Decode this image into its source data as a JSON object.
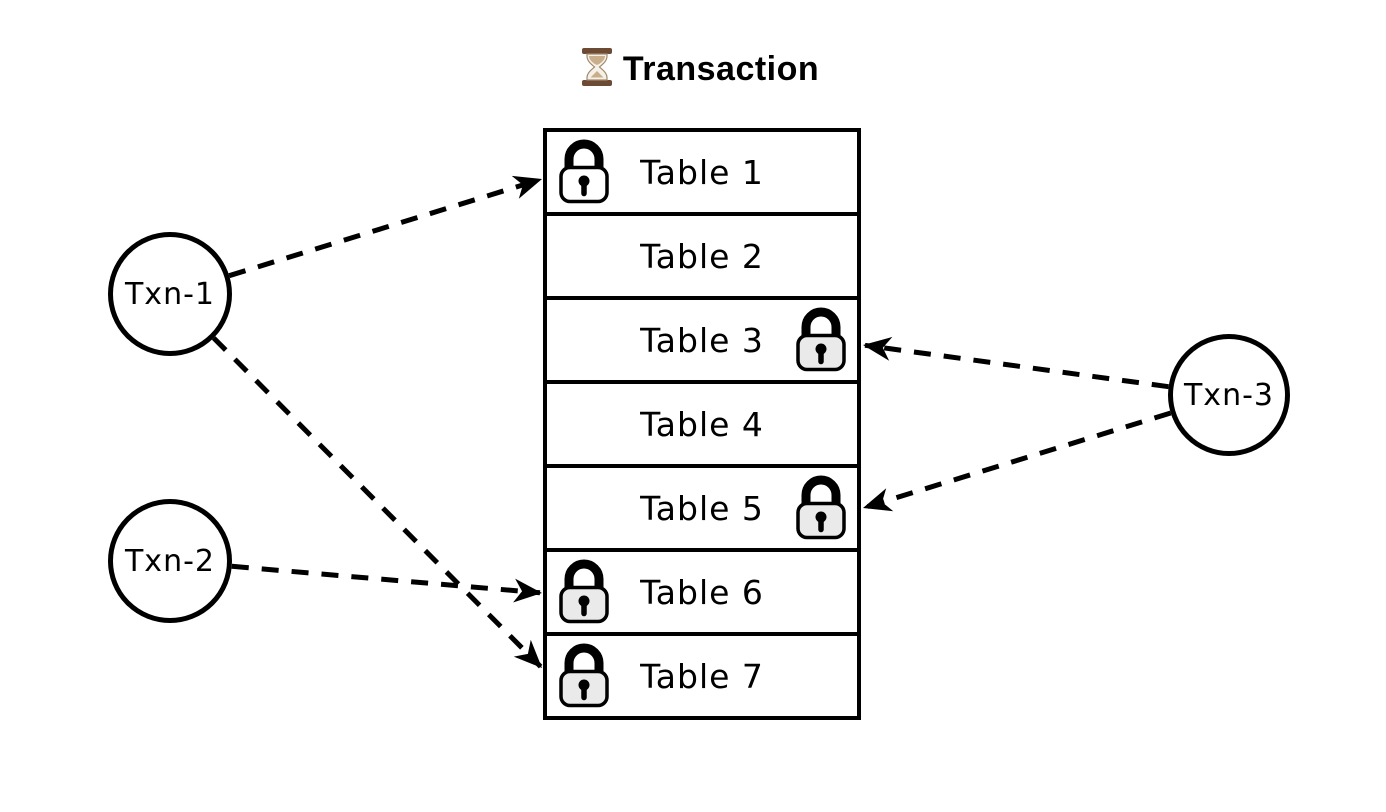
{
  "title": {
    "icon": "hourglass-icon",
    "label": "Transaction"
  },
  "table_stack": {
    "rows": [
      {
        "id": "table-1",
        "label": "Table 1",
        "locked": true,
        "lock_side": "left",
        "lock_fill": "#ffffff"
      },
      {
        "id": "table-2",
        "label": "Table 2",
        "locked": false
      },
      {
        "id": "table-3",
        "label": "Table 3",
        "locked": true,
        "lock_side": "right",
        "lock_fill": "#eaeaea"
      },
      {
        "id": "table-4",
        "label": "Table 4",
        "locked": false
      },
      {
        "id": "table-5",
        "label": "Table 5",
        "locked": true,
        "lock_side": "right",
        "lock_fill": "#eaeaea"
      },
      {
        "id": "table-6",
        "label": "Table 6",
        "locked": true,
        "lock_side": "left",
        "lock_fill": "#eaeaea"
      },
      {
        "id": "table-7",
        "label": "Table 7",
        "locked": true,
        "lock_side": "left",
        "lock_fill": "#eaeaea"
      }
    ]
  },
  "transactions": [
    {
      "id": "txn-1",
      "label": "Txn-1"
    },
    {
      "id": "txn-2",
      "label": "Txn-2"
    },
    {
      "id": "txn-3",
      "label": "Txn-3"
    }
  ],
  "connections": [
    {
      "from": "txn-1",
      "to": "table-1"
    },
    {
      "from": "txn-1",
      "to": "table-7"
    },
    {
      "from": "txn-2",
      "to": "table-6"
    },
    {
      "from": "txn-3",
      "to": "table-3"
    },
    {
      "from": "txn-3",
      "to": "table-5"
    }
  ],
  "colors": {
    "stroke": "#000000",
    "background": "#ffffff",
    "lock_body_default": "#eaeaea",
    "lock_body_table1": "#ffffff"
  }
}
